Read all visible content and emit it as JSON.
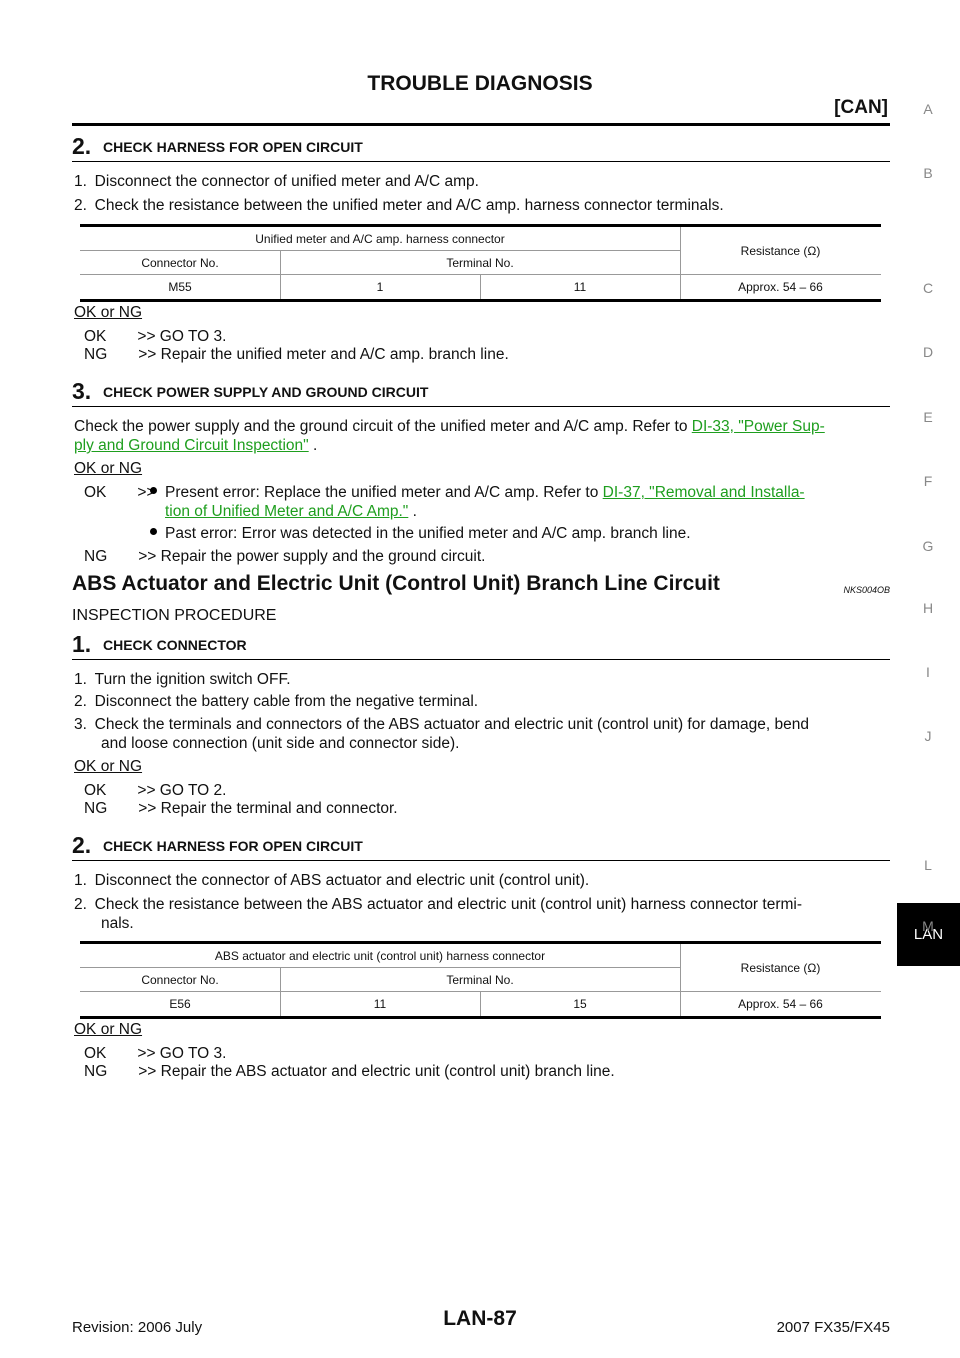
{
  "header": {
    "title": "TROUBLE DIAGNOSIS",
    "subtitle": "[CAN]"
  },
  "side_index": [
    "A",
    "B",
    "C",
    "D",
    "E",
    "F",
    "G",
    "H",
    "I",
    "J",
    "LAN",
    "L",
    "M"
  ],
  "block1": {
    "step_num": "2.",
    "step_title": "CHECK HARNESS FOR OPEN CIRCUIT",
    "line1": "1. Disconnect the connector of unified meter and A/C amp.",
    "line2": "2. Check the resistance between the unified meter and A/C amp. harness connector terminals.",
    "table": {
      "group_header": "Unified meter and A/C amp. harness connector",
      "col_resistance": "Resistance (Ω)",
      "col_connector": "Connector No.",
      "col_terminal": "Terminal No.",
      "row": [
        "M55",
        "1",
        "11",
        "Approx. 54 – 66"
      ]
    },
    "okng": "OK or NG",
    "ok": "OK  >> GO TO 3.",
    "ng": "NG  >> Repair the unified meter and A/C amp. branch line."
  },
  "block2": {
    "step_num": "3.",
    "step_title": "CHECK POWER SUPPLY AND GROUND CIRCUIT",
    "text_before": "Check the power supply and the ground circuit of the unified meter and A/C amp. Refer to ",
    "link1a": "DI-33, \"Power Sup-",
    "link1b": "ply and Ground Circuit Inspection\"",
    "text_after": " .",
    "okng": "OK or NG",
    "ok_prefix": "OK  >>",
    "ok_bullet1": "Present error: Replace the unified meter and A/C amp. Refer to ",
    "link2a": "DI-37, \"Removal and Installa-",
    "link2b": "tion of Unified Meter and A/C Amp.\"",
    "ok_bullet1_end": " .",
    "ok_bullet2": "Past error: Error was detected in the unified meter and A/C amp. branch line.",
    "ng": "NG  >> Repair the power supply and the ground circuit."
  },
  "section": {
    "title": "ABS Actuator and Electric Unit (Control Unit) Branch Line Circuit",
    "code": "NKS004OB",
    "procedure": "INSPECTION PROCEDURE"
  },
  "block3": {
    "step_num": "1.",
    "step_title": "CHECK CONNECTOR",
    "line1": "1. Turn the ignition switch OFF.",
    "line2": "2. Disconnect the battery cable from the negative terminal.",
    "line3a": "3. Check the terminals and connectors of the ABS actuator and electric unit (control unit) for damage, bend",
    "line3b": "and loose connection (unit side and connector side).",
    "okng": "OK or NG",
    "ok": "OK  >> GO TO 2.",
    "ng": "NG  >> Repair the terminal and connector."
  },
  "block4": {
    "step_num": "2.",
    "step_title": "CHECK HARNESS FOR OPEN CIRCUIT",
    "line1": "1. Disconnect the connector of ABS actuator and electric unit (control unit).",
    "line2a": "2. Check the resistance between the ABS actuator and electric unit (control unit) harness connector termi-",
    "line2b": "nals.",
    "table": {
      "group_header": "ABS actuator and electric unit (control unit) harness connector",
      "col_resistance": "Resistance (Ω)",
      "col_connector": "Connector No.",
      "col_terminal": "Terminal No.",
      "row": [
        "E56",
        "11",
        "15",
        "Approx. 54 – 66"
      ]
    },
    "okng": "OK or NG",
    "ok": "OK  >> GO TO 3.",
    "ng": "NG  >> Repair the ABS actuator and electric unit (control unit) branch line."
  },
  "footer": {
    "revision": "Revision: 2006 July",
    "page": "LAN-87",
    "model": "2007 FX35/FX45"
  }
}
